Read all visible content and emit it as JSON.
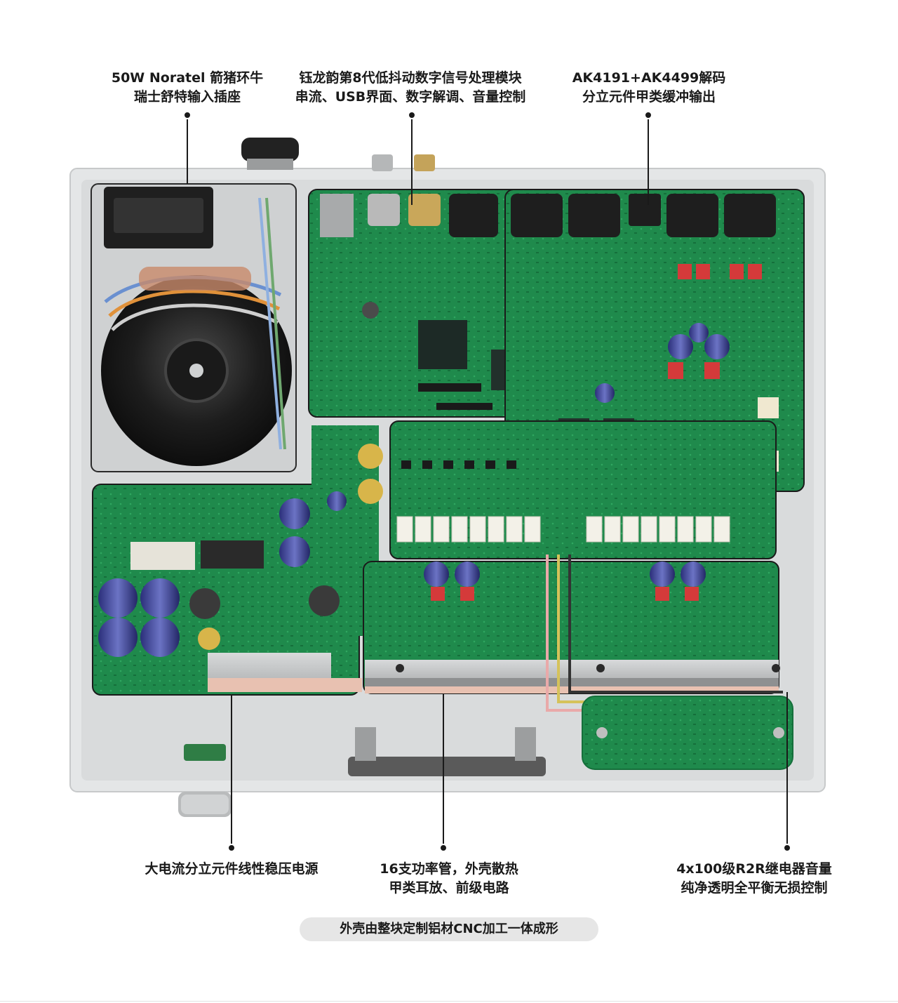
{
  "callouts": {
    "transformer": {
      "line1": "50W Noratel 箭猪环牛",
      "line2": "瑞士舒特输入插座"
    },
    "digital": {
      "line1": "钰龙韵第8代低抖动数字信号处理模块",
      "line2": "串流、USB界面、数字解调、音量控制"
    },
    "dac": {
      "line1": "AK4191+AK4499解码",
      "line2": "分立元件甲类缓冲输出"
    },
    "power": {
      "line1": "大电流分立元件线性稳压电源"
    },
    "amplifier": {
      "line1": "16支功率管，外壳散热",
      "line2": "甲类耳放、前级电路"
    },
    "volume": {
      "line1": "4x100级R2R继电器音量",
      "line2": "纯净透明全平衡无损控制"
    }
  },
  "footer": {
    "caption": "外壳由整块定制铝材CNC加工一体成形"
  },
  "photo": {
    "subject": "device-interior",
    "colors": {
      "chassis": "#e4e6e7",
      "pcb": "#1f8a4c",
      "pcb_dark": "#15703b",
      "relay": "#f3f1e8",
      "heatsink": "#c9cbcc",
      "copper": "#e8c1b1"
    }
  }
}
